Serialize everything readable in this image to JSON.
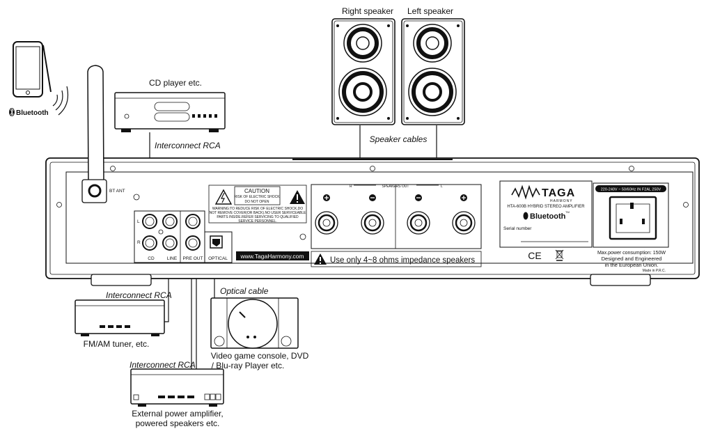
{
  "labels": {
    "right_speaker": "Right speaker",
    "left_speaker": "Left speaker",
    "cd_player": "CD player etc.",
    "interconnect_top": "Interconnect RCA",
    "speaker_cables": "Speaker cables",
    "interconnect_tuner": "Interconnect RCA",
    "tuner": "FM/AM tuner, etc.",
    "interconnect_amp": "Interconnect RCA",
    "external_amp_line1": "External power amplifier,",
    "external_amp_line2": "powered speakers etc.",
    "optical_cable": "Optical cable",
    "video_console_line1": "Video game console, DVD",
    "video_console_line2": "/ Blu-ray Player etc."
  },
  "phone": {
    "bluetooth_label": "Bluetooth",
    "icon": "smartphone-icon"
  },
  "panel": {
    "bt_ant": "BT ANT",
    "caution_title": "CAUTION",
    "caution_line1": "RISK OF ELECTRIC SHOCK",
    "caution_line2": "DO NOT OPEN",
    "warning_line1": "WARNING:TO REDUCE RISK OF ELECTRIC SHOCK,DO",
    "warning_line2": "NOT REMOVE COVER(OR BACK).NO USER SERVICEABLE",
    "warning_line3": "PARTS INSIDE.REFER SERVICING TO QUALIFIED",
    "warning_line4": "SERVICE PERSONNEL.",
    "jack_l": "L",
    "jack_r": "R",
    "cd": "CD",
    "line": "LINE",
    "pre_out": "PRE OUT",
    "optical": "OPTICAL",
    "website": "www.TagaHarmony.com",
    "speakers_out": "SPEAKERS OUT",
    "speakers_r": "R",
    "speakers_l": "L",
    "impedance_warning": "Use only  4~8 ohms impedance speakers",
    "brand_name": "TAGA",
    "brand_sub": "HARMONY",
    "model": "HTA-600B HYBRID STEREO AMPLIFIER",
    "bluetooth": "Bluetooth",
    "tm": "TM",
    "serial": "Serial number",
    "ce": "CE",
    "power_rating": "220-240V ~ 50/60Hz IN F2AL 250V",
    "max_power": "Max.power consumption: 150W",
    "designed_line1": "Designed and Engineered",
    "designed_line2": "in the European Union.",
    "made_in": "Made in P.R.C."
  }
}
